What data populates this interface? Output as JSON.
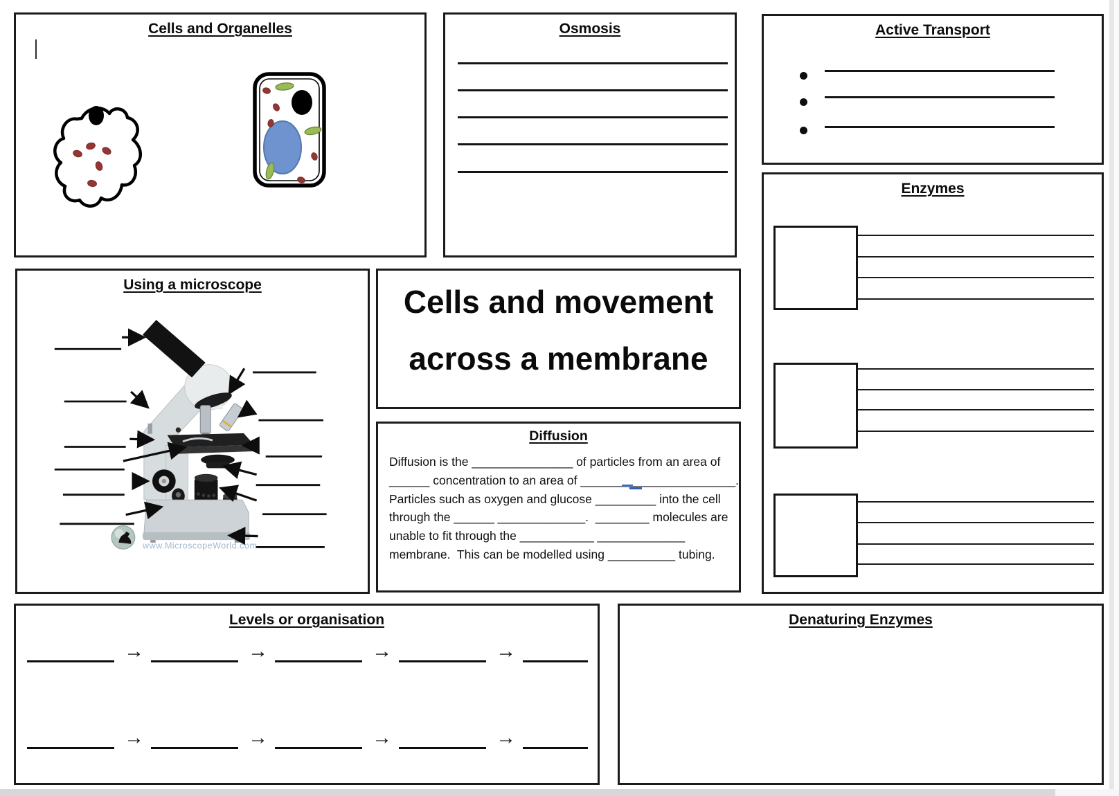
{
  "doc": {
    "cells_organelles": {
      "title": "Cells and Organelles"
    },
    "osmosis": {
      "title": "Osmosis"
    },
    "active_transport": {
      "title": "Active Transport"
    },
    "enzymes": {
      "title": "Enzymes"
    },
    "microscope": {
      "title": "Using a microscope",
      "watermark": "www.MicroscopeWorld.com"
    },
    "main_title": {
      "line1": "Cells and movement",
      "line2": "across a membrane"
    },
    "diffusion": {
      "title": "Diffusion",
      "lines": [
        "Diffusion is the _______________ of particles from an area of",
        "______ concentration to an area of _______________________.",
        "Particles such as oxygen and glucose _________ into the cell",
        "through the ______ _____________.  ________ molecules are",
        "unable to fit through the ___________ _____________",
        "membrane.  This can be modelled using __________ tubing."
      ]
    },
    "levels": {
      "title": "Levels or organisation",
      "arrow": "→"
    },
    "denaturing": {
      "title": "Denaturing Enzymes"
    },
    "colors": {
      "ink": "#111111",
      "cell_organelle_red": "#943634",
      "vacuole_blue": "#6e93ce",
      "chloroplast_green": "#9bbb59",
      "watermark_blue": "#a3bacc"
    }
  }
}
